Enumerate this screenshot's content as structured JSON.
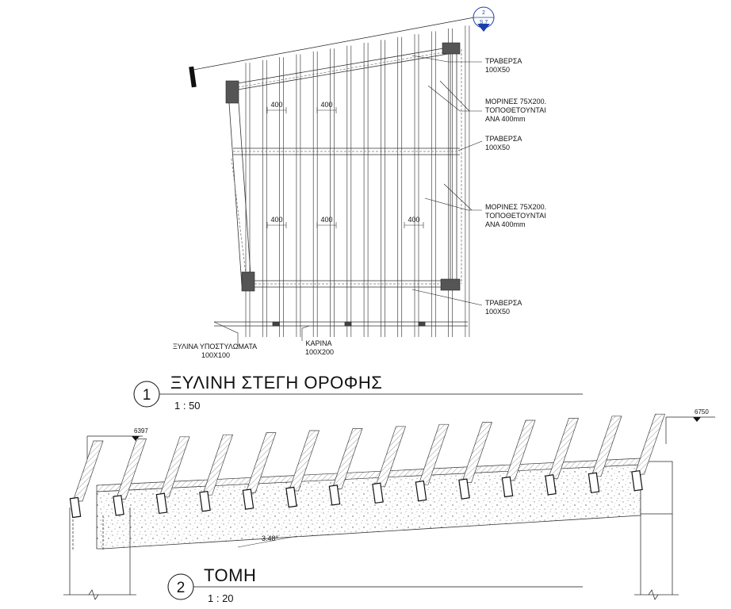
{
  "plan": {
    "labels": {
      "traversa_top": [
        "ΤΡΑΒΕΡΣΑ",
        "100Χ50"
      ],
      "morines_top": [
        "ΜΟΡΙΝΕΣ 75Χ200.",
        "ΤΟΠΟΘΕΤΟΥΝΤΑΙ",
        "ΑΝΑ 400mm"
      ],
      "traversa_mid": [
        "ΤΡΑΒΕΡΣΑ",
        "100Χ50"
      ],
      "morines_mid": [
        "ΜΟΡΙΝΕΣ 75Χ200.",
        "ΤΟΠΟΘΕΤΟΥΝΤΑΙ",
        "ΑΝΑ 400mm"
      ],
      "traversa_bot": [
        "ΤΡΑΒΕΡΣΑ",
        "100Χ50"
      ],
      "posts": [
        "ΞΥΛΙΝΑ ΥΠΟΣΤΥΛΩΜΑΤΑ",
        "100Χ100"
      ],
      "karina": [
        "ΚΑΡΙΝΑ",
        "100Χ200"
      ]
    },
    "dimensions": [
      "400",
      "400",
      "400",
      "400",
      "400"
    ],
    "section_marker": {
      "number": "2",
      "sheet": "S.7"
    }
  },
  "views": [
    {
      "number": "1",
      "title": "ΞΥΛΙΝΗ ΣΤΕΓΗ ΟΡΟΦΗΣ",
      "scale": "1 : 50"
    },
    {
      "number": "2",
      "title": "ΤΟΜΗ",
      "scale": "1 : 20"
    }
  ],
  "section": {
    "levels": [
      "6397",
      "6750"
    ],
    "slope": "3.48°"
  }
}
